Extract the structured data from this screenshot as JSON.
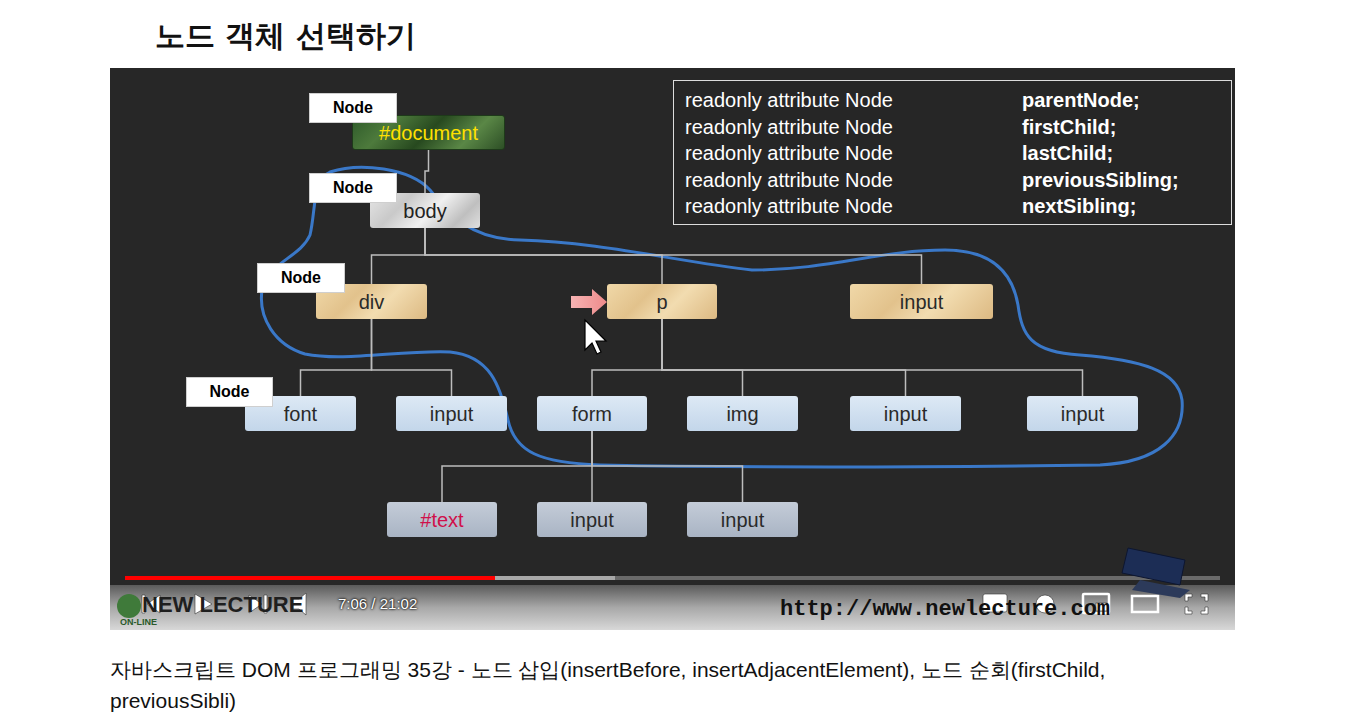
{
  "diagram": {
    "title": "노드 객체 선택하기",
    "caption": "자바스크립트 DOM 프로그래밍 35강 - 노드 삽입(insertBefore, insertAdjacentElement), 노드 순회(firstChild, previousSibli)",
    "nodes": [
      {
        "text": [
          "Node"
        ]
      },
      {
        "text": [
          "#document"
        ]
      },
      {
        "text": [
          "readonly attribute Node",
          "parentNode;",
          "readonly attribute Node",
          "firstChild;",
          "readonly attribute Node",
          "lastChild;",
          "readonly attribute Node",
          "previousSibling;",
          "readonly attribute Node",
          "nextSibling;"
        ]
      },
      {
        "text": [
          "Node"
        ]
      },
      {
        "text": [
          "body"
        ]
      },
      {
        "text": [
          "Node"
        ]
      },
      {
        "text": [
          "div"
        ]
      },
      {
        "text": [
          "p"
        ]
      },
      {
        "text": [
          "input"
        ]
      },
      {
        "text": [
          "Node"
        ]
      },
      {
        "text": [
          "font"
        ]
      },
      {
        "text": [
          "input"
        ]
      },
      {
        "text": [
          "form"
        ]
      },
      {
        "text": [
          "img"
        ]
      },
      {
        "text": [
          "input"
        ]
      },
      {
        "text": [
          "input"
        ]
      },
      {
        "text": [
          "#text"
        ]
      },
      {
        "text": [
          "input"
        ]
      },
      {
        "text": [
          "input"
        ]
      }
    ],
    "edges": [
      {
        "from": 1,
        "to": 4,
        "arrow": "none"
      },
      {
        "from": 4,
        "to": 6,
        "arrow": "none"
      },
      {
        "from": 4,
        "to": 7,
        "arrow": "none"
      },
      {
        "from": 4,
        "to": 8,
        "arrow": "none"
      },
      {
        "from": 6,
        "to": 10,
        "arrow": "none"
      },
      {
        "from": 6,
        "to": 11,
        "arrow": "none"
      },
      {
        "from": 7,
        "to": 12,
        "arrow": "none"
      },
      {
        "from": 7,
        "to": 13,
        "arrow": "none"
      },
      {
        "from": 7,
        "to": 14,
        "arrow": "none"
      },
      {
        "from": 7,
        "to": 15,
        "arrow": "none"
      },
      {
        "from": 12,
        "to": 16,
        "arrow": "none"
      },
      {
        "from": 12,
        "to": 17,
        "arrow": "none"
      },
      {
        "from": 12,
        "to": 18,
        "arrow": "none"
      }
    ],
    "labels": [
      "NEW LECTURE",
      "ON-LINE",
      "7:06 / 21:02",
      "http://www.newlecture.com"
    ]
  }
}
